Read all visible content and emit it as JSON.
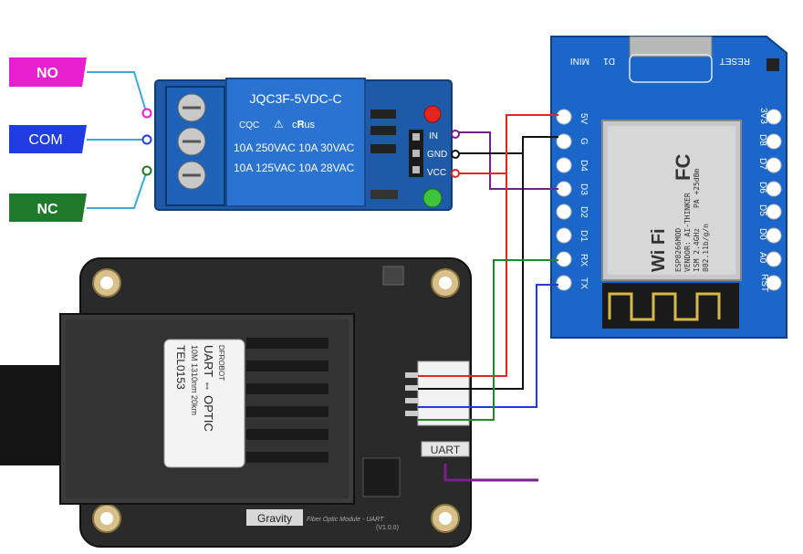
{
  "relay": {
    "model": "JQC3F-5VDC-C",
    "rating_1": "10A 250VAC 10A 30VAC",
    "rating_2": "10A 125VAC 10A 28VAC",
    "pins": [
      "IN",
      "GND",
      "VCC"
    ]
  },
  "outputs": [
    {
      "label": "NO",
      "color": "#e81fd0"
    },
    {
      "label": "COM",
      "color": "#1f3de0"
    },
    {
      "label": "NC",
      "color": "#1e7a2a"
    }
  ],
  "d1mini": {
    "name": "MINI",
    "chip_name": "D1",
    "reset": "RESET",
    "left_pins": [
      "5V",
      "G",
      "D4",
      "D3",
      "D2",
      "D1",
      "RX",
      "TX"
    ],
    "right_pins": [
      "3V3",
      "D8",
      "D7",
      "D6",
      "D5",
      "D0",
      "A0",
      "RST"
    ],
    "module_brand": "Wi Fi",
    "module_text": [
      "ESP8266MOD",
      "VENDOR: AI-THINKER",
      "ISM 2.4GHz",
      "PA +25dBm",
      "802.11b/g/n"
    ],
    "fcc": "FC"
  },
  "optic": {
    "brand": "DFROBOT",
    "title": "UART ⇔ OPTIC",
    "part": "TEL0153",
    "spec": "10M 1310nm 20km",
    "connector_label": "UART",
    "gravity": "Gravity",
    "footer": "Fiber Optic Module - UART",
    "version": "(V1.0.0)"
  },
  "wire_colors": {
    "red": "#e3261f",
    "black": "#111111",
    "purple": "#7b1f8c",
    "green": "#1f8a2a",
    "blue": "#1f3bd8",
    "cyan": "#3aa8d8"
  }
}
